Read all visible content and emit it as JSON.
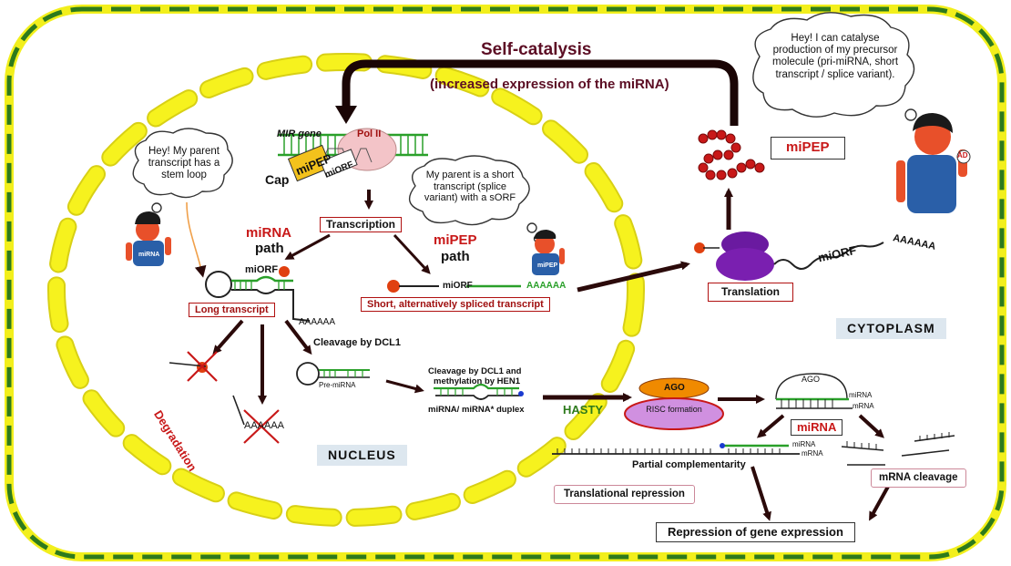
{
  "title": "Self-catalysis",
  "subtitle": "(increased expression of the miRNA)",
  "colors": {
    "cell_border_outer": "#f2ef1c",
    "cell_border_dash": "#2d7a1c",
    "nucleus_dash": "#f6f21e",
    "accent_red": "#c81818",
    "dark_red": "#6b1022",
    "arrow": "#2b0a0a",
    "ago": "#f08a00",
    "risc": "#d090e0",
    "ribosome": "#7a1fb0",
    "rna_green": "#2aa02a"
  },
  "regions": {
    "nucleus": "NUCLEUS",
    "cytoplasm": "CYTOPLASM"
  },
  "gene": {
    "mir_gene": "MIR gene",
    "pol": "Pol II",
    "cap": "Cap",
    "mipep": "miPEP",
    "miorf": "miORF"
  },
  "steps": {
    "transcription": "Transcription",
    "mirna_path_1": "miRNA",
    "mirna_path_2": "path",
    "mipep_path_1": "miPEP",
    "mipep_path_2": "path",
    "miorf_long": "miORF",
    "long_transcript": "Long transcript",
    "polya_long": "AAAAAA",
    "miorf_short": "miORF",
    "polya_short": "AAAAAA",
    "short_transcript": "Short, alternatively spliced transcript",
    "cleavage_dcl1": "Cleavage by DCL1",
    "degradation": "Degradation",
    "degraded_polya": "AAAAAA",
    "pre_mirna": "Pre-miRNA",
    "cleavage_hen1_1": "Cleavage by DCL1 and",
    "cleavage_hen1_2": "methylation by HEN1",
    "duplex": "miRNA/ miRNA* duplex",
    "hasty": "HASTY",
    "ago": "AGO",
    "risc": "RISC formation",
    "ago2": "AGO",
    "mirna_small": "miRNA",
    "mrna_small": "mRNA",
    "mirna_center": "miRNA",
    "mirna_small2": "miRNA",
    "mrna_small2": "mRNA",
    "partial": "Partial complementarity",
    "transl_repression": "Translational repression",
    "mrna_cleavage": "mRNA cleavage",
    "repression": "Repression of gene expression",
    "translation": "Translation",
    "miorf_cyto": "miORF",
    "polya_cyto": "AAAAAA",
    "mipep_label": "miPEP"
  },
  "bubbles": {
    "left": "Hey!  My parent transcript has a stem loop",
    "middle": "My parent is a short transcript (splice variant) with a sORF",
    "right": "Hey!  I can catalyse production of my  precursor molecule  (pri-miRNA, short transcript / splice variant)."
  },
  "figures": {
    "shirt_left": "miRNA",
    "shirt_mid": "miPEP",
    "badge_right": "AD"
  }
}
